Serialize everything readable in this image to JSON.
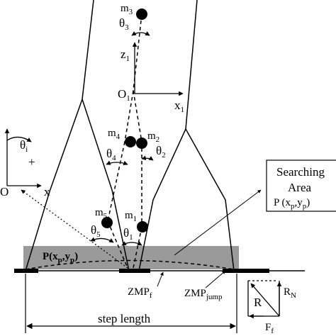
{
  "labels": {
    "m3": {
      "base": "m",
      "sub": "3"
    },
    "theta3": {
      "base": "θ",
      "sub": "3"
    },
    "z1": {
      "base": "z",
      "sub": "1"
    },
    "O1": {
      "base": "O",
      "sub": "1"
    },
    "x1": {
      "base": "x",
      "sub": "1"
    },
    "m4": {
      "base": "m",
      "sub": "4"
    },
    "m2": {
      "base": "m",
      "sub": "2"
    },
    "theta4": {
      "base": "θ",
      "sub": "4"
    },
    "theta2": {
      "base": "θ",
      "sub": "2"
    },
    "thetai": {
      "base": "θ",
      "sub": "i"
    },
    "plus": "+",
    "O": "O",
    "x": "x",
    "m5": {
      "base": "m",
      "sub": "5"
    },
    "m1": {
      "base": "m",
      "sub": "1"
    },
    "theta5": {
      "base": "θ",
      "sub": "5"
    },
    "theta1": {
      "base": "θ",
      "sub": "1"
    },
    "pxy": {
      "a": "P(x",
      "b": "p",
      "c": ",y",
      "d": "p",
      "e": ")"
    },
    "zmp_f": {
      "base": "ZMP",
      "sub": "f"
    },
    "zmp_jump": {
      "base": "ZMP",
      "sub": "jump"
    },
    "step_length": "step length",
    "R": "R",
    "R_N": {
      "base": "R",
      "sub": "N"
    },
    "F_f": {
      "base": "F",
      "sub": "f"
    }
  },
  "search_box": {
    "line1": "Searching",
    "line2": "Area",
    "line3": {
      "a": "P (x",
      "b": "p",
      "c": ",y",
      "d": "p",
      "e": ")"
    }
  },
  "colors": {
    "search_area_fill": "#9a9a9a",
    "ink": "#000000"
  }
}
